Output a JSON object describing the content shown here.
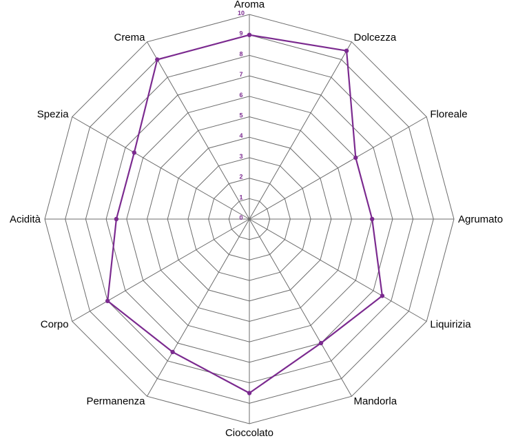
{
  "chart_data": {
    "type": "radar",
    "axes": [
      "Aroma",
      "Dolcezza",
      "Floreale",
      "Agrumato",
      "Liquirizia",
      "Mandorla",
      "Cioccolato",
      "Permanenza",
      "Corpo",
      "Acidità",
      "Spezia",
      "Crema"
    ],
    "series": [
      {
        "values": [
          9,
          9.5,
          6,
          6,
          7.5,
          7,
          8.5,
          7.5,
          8,
          6.5,
          6.5,
          9
        ]
      }
    ],
    "range": [
      0,
      10
    ],
    "ticks": [
      "0",
      "1",
      "2",
      "3",
      "4",
      "5",
      "6",
      "7",
      "8",
      "9",
      "10"
    ],
    "grid": true,
    "colors": {
      "series": "#7b2a8f",
      "tick": "#7b2a8f",
      "grid": "#6b6b6b"
    }
  }
}
